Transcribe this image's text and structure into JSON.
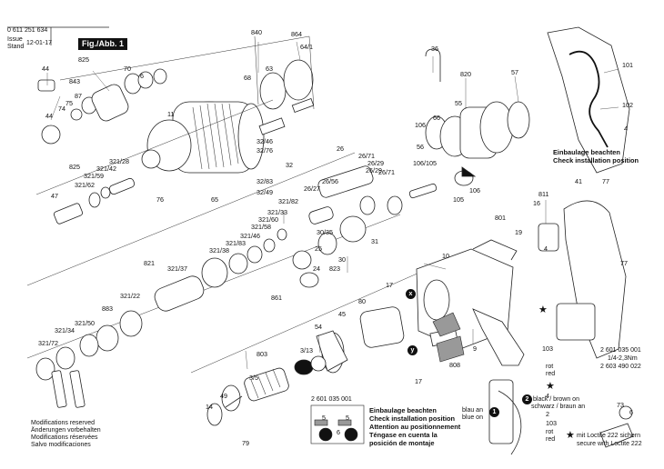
{
  "header": {
    "part_number": "0 611 251 634",
    "issue_label": "Issue",
    "stand_label": "Stand",
    "date": "12-01-17",
    "figure": "Fig./Abb. 1"
  },
  "parts": [
    "44",
    "825",
    "843",
    "75",
    "87",
    "70",
    "74",
    "44",
    "6",
    "840",
    "864",
    "64/1",
    "68",
    "63",
    "11",
    "36",
    "820",
    "57",
    "66",
    "55",
    "106",
    "101",
    "102",
    "4",
    "32/46",
    "32/76",
    "32",
    "32/83",
    "32/49",
    "65",
    "76",
    "825",
    "321/28",
    "321/42",
    "321/59",
    "321/62",
    "47",
    "26",
    "26/71",
    "26/29",
    "26/56",
    "26/27",
    "26/29",
    "26/71",
    "106/105",
    "56",
    "106",
    "105",
    "811",
    "16",
    "41",
    "77",
    "321/82",
    "321/33",
    "321/60",
    "321/46",
    "321/58",
    "321/83",
    "321/38",
    "30/35",
    "25",
    "31",
    "24",
    "30",
    "823",
    "821",
    "321/37",
    "801",
    "19",
    "4",
    "77",
    "10",
    "17",
    "861",
    "321/22",
    "883",
    "321/34",
    "321/50",
    "321/72",
    "80",
    "54",
    "45",
    "103",
    "103",
    "2",
    "9",
    "808",
    "803",
    "3/13",
    "3/5",
    "14",
    "49",
    "79",
    "17",
    "73",
    "4",
    "6",
    "5",
    "5",
    "6"
  ],
  "notes": {
    "install_de": "Einbaulage beachten",
    "install_en": "Check installation position",
    "top_right_de": "Einbaulage beachten",
    "top_right_en": "Check installation position",
    "install_bottom": [
      "Einbaulage beachten",
      "Check installation position",
      "Attention au positionnement",
      "Téngase en cuenta la",
      "posición de montaje"
    ],
    "part_ref_1": "2 601 035 001",
    "part_ref_2": "2 601 035 001",
    "part_ref_3": "1/4-2,3Nm",
    "part_ref_4": "2 603 490 022",
    "wire_rot_1": "rot",
    "wire_red_1": "red",
    "wire_rot_2": "rot",
    "wire_red_2": "red",
    "wire_blue": "blau an",
    "wire_blue_en": "blue on",
    "wire_black": "black / brown on",
    "wire_schwarz": "schwarz / braun an",
    "loctite_de": "mit Loctite 222 sichern",
    "loctite_en": "secure with Loctite 222",
    "mods": [
      "Modifications reserved",
      "Änderungen vorbehalten",
      "Modifications réservées",
      "Salvo modificaciones"
    ],
    "circle_x": "x",
    "circle_y": "y",
    "circle_1": "1",
    "circle_2": "2"
  }
}
